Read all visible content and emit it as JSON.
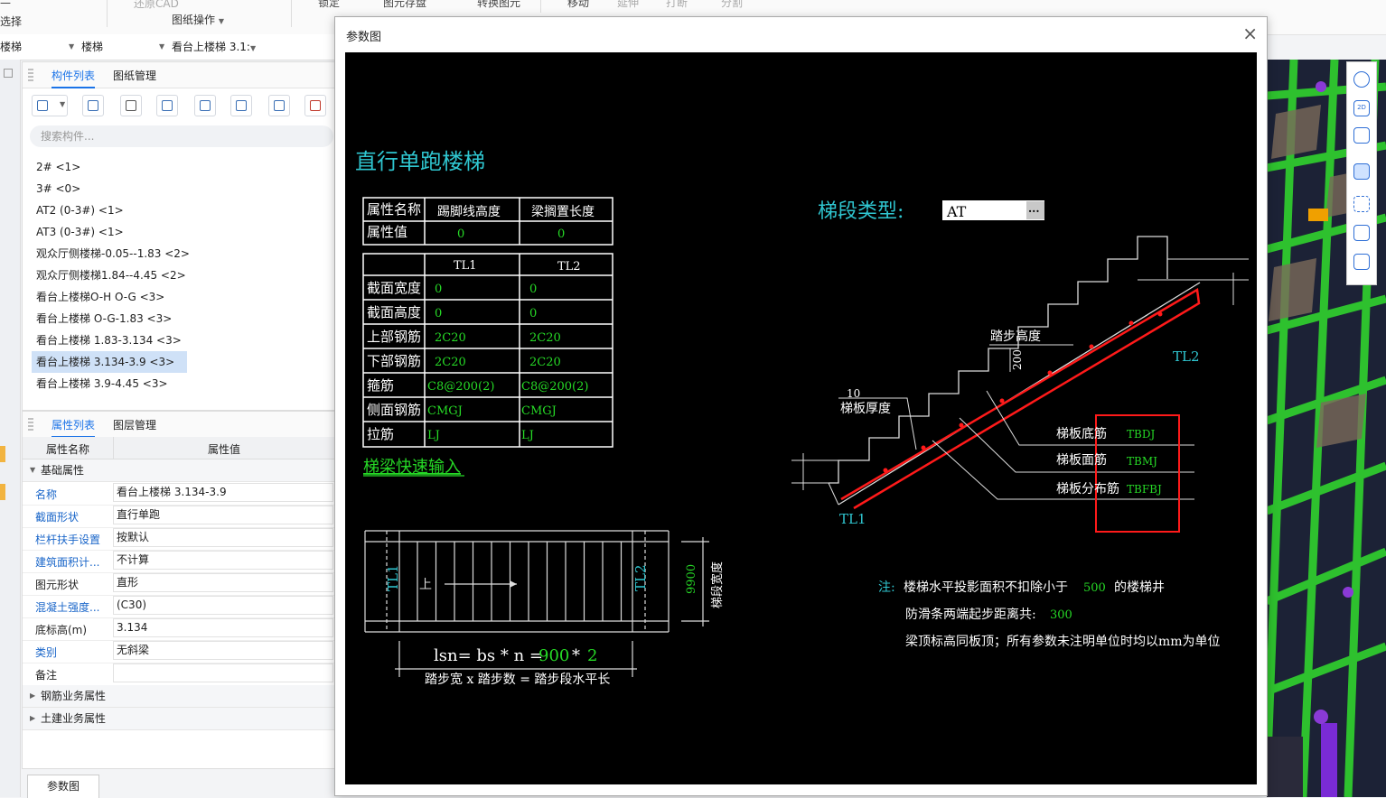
{
  "ribbon": {
    "frag_cad": "还原CAD",
    "drawing_ops": "图纸操作",
    "select_frag": "选择",
    "row0": [
      "锁定",
      "图元存盘",
      "转换图元",
      "移动",
      "延伸",
      "打断",
      "分割"
    ]
  },
  "filter": {
    "floor": "楼梯",
    "type": "楼梯",
    "current": "看台上楼梯 3.1:"
  },
  "component_panel": {
    "tabs": [
      "构件列表",
      "图纸管理"
    ],
    "search_placeholder": "搜索构件...",
    "items": [
      "2# <1>",
      "3# <0>",
      "AT2 (0-3#)  <1>",
      "AT3 (0-3#)  <1>",
      "观众厅侧楼梯-0.05--1.83 <2>",
      "观众厅侧楼梯1.84--4.45 <2>",
      "看台上楼梯O-H O-G <3>",
      "看台上楼梯 O-G-1.83 <3>",
      "看台上楼梯 1.83-3.134 <3>",
      "看台上楼梯 3.134-3.9 <3>",
      "看台上楼梯 3.9-4.45 <3>"
    ],
    "selected_index": 9
  },
  "property_panel": {
    "tabs": [
      "属性列表",
      "图层管理"
    ],
    "col_name": "属性名称",
    "col_value": "属性值",
    "group_basic": "基础属性",
    "rows": [
      {
        "k": "名称",
        "v": "看台上楼梯 3.134-3.9",
        "blue": true
      },
      {
        "k": "截面形状",
        "v": "直行单跑",
        "blue": true
      },
      {
        "k": "栏杆扶手设置",
        "v": "按默认",
        "blue": true
      },
      {
        "k": "建筑面积计...",
        "v": "不计算",
        "blue": true
      },
      {
        "k": "图元形状",
        "v": "直形",
        "blue": false
      },
      {
        "k": "混凝土强度...",
        "v": "(C30)",
        "blue": true
      },
      {
        "k": "底标高(m)",
        "v": "3.134",
        "blue": false
      },
      {
        "k": "类别",
        "v": "无斜梁",
        "blue": true
      },
      {
        "k": "备注",
        "v": "",
        "blue": false
      }
    ],
    "group_rebar": "钢筋业务属性",
    "group_civil": "土建业务属性"
  },
  "bottom_tab": "参数图",
  "dialog": {
    "title": "参数图",
    "close": "×",
    "heading": "直行单跑楼梯",
    "t1": {
      "headers": [
        "属性名称",
        "踢脚线高度",
        "梁搁置长度"
      ],
      "row": [
        "属性值",
        "0",
        "0"
      ]
    },
    "t2": {
      "headers": [
        "",
        "TL1",
        "TL2"
      ],
      "rows": [
        [
          "截面宽度",
          "0",
          "0"
        ],
        [
          "截面高度",
          "0",
          "0"
        ],
        [
          "上部钢筋",
          "2C20",
          "2C20"
        ],
        [
          "下部钢筋",
          "2C20",
          "2C20"
        ],
        [
          "箍筋",
          "C8@200(2)",
          "C8@200(2)"
        ],
        [
          "侧面钢筋",
          "CMGJ",
          "CMGJ"
        ],
        [
          "拉筋",
          "LJ",
          "LJ"
        ]
      ]
    },
    "quick_input": "梯梁快速输入",
    "seg_type_label": "梯段类型:",
    "seg_type_value": "AT",
    "seg_type_btn": "···",
    "stair": {
      "tl1": "TL1",
      "tl2": "TL2",
      "step_height_label": "踏步高度",
      "step_height_value": "200",
      "slab_thk_label": "梯板厚度",
      "slab_thk_value": "10",
      "bottom_bar_label": "梯板底筋",
      "bottom_bar_value": "TBDJ",
      "top_bar_label": "梯板面筋",
      "top_bar_value": "TBMJ",
      "dist_bar_label": "梯板分布筋",
      "dist_bar_value": "TBFBJ"
    },
    "plan": {
      "tl1": "TL1",
      "tl2": "TL2",
      "up": "上",
      "width_value": "9900",
      "width_label": "梯段宽度",
      "formula_prefix": "lsn= bs * n = ",
      "bs": "900",
      "star": "*",
      "n": "2",
      "caption": "踏步宽 x 踏步数 = 踏步段水平长"
    },
    "notes": {
      "prefix": "注:",
      "l1a": "楼梯水平投影面积不扣除小于",
      "l1v": "500",
      "l1b": "的楼梯井",
      "l2a": "防滑条两端起步距离共:",
      "l2v": "300",
      "l3": "梁顶标高同板顶；所有参数未注明单位时均以mm为单位"
    }
  },
  "colors": {
    "accent": "#1a73e8",
    "cad_cyan": "#2fc6d0",
    "cad_green": "#26d926",
    "cad_red": "#ff1a1a"
  }
}
